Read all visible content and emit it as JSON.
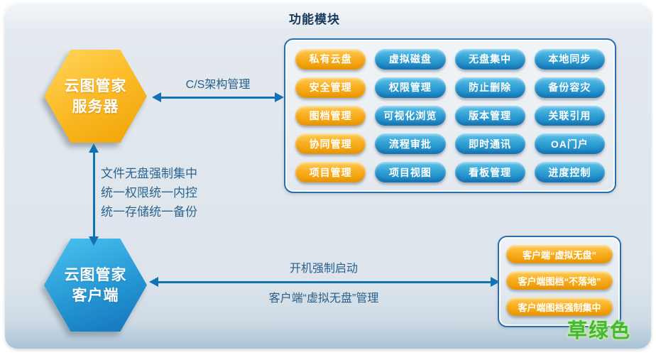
{
  "server_hexagon": {
    "line1": "云图管家",
    "line2": "服务器"
  },
  "client_hexagon": {
    "line1": "云图管家",
    "line2": "客户端"
  },
  "connections": {
    "cs_label": "C/S架构管理",
    "center_line1": "文件无盘强制集中",
    "center_line2": "统一权限统一内控",
    "center_line3": "统一存储统一备份",
    "boot_label": "开机强制启动",
    "manage_label": "客户端“虚拟无盘”管理"
  },
  "modules": {
    "title": "功能模块",
    "items": [
      "私有云盘",
      "虚拟磁盘",
      "无盘集中",
      "本地同步",
      "安全管理",
      "权限管理",
      "防止删除",
      "备份容灾",
      "图档管理",
      "可视化浏览",
      "版本管理",
      "关联引用",
      "协同管理",
      "流程审批",
      "即时通讯",
      "OA门户",
      "项目管理",
      "项目视图",
      "看板管理",
      "进度控制"
    ]
  },
  "client_box": {
    "items": [
      "客户端“虚拟无盘”",
      "客户端图档“不落地”",
      "客户端图档强制集中"
    ]
  },
  "watermark": "草绿色",
  "colors": {
    "accent_orange": "#f5a70a",
    "accent_blue": "#1b84c2",
    "arrow_blue": "#1272b6",
    "box_border": "#2a6fad",
    "hex_orange": "#f0a203",
    "hex_blue": "#1273ba",
    "watermark_green": "#45b738",
    "label_text": "#27608d"
  }
}
